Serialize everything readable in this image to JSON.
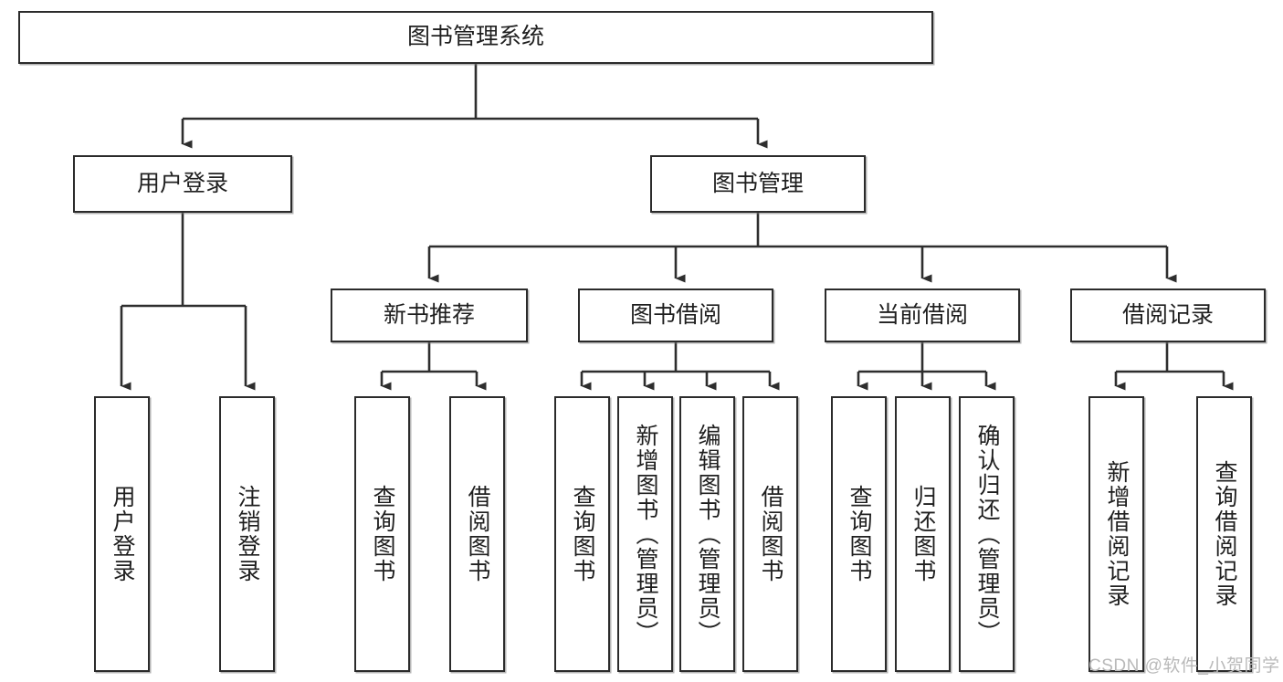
{
  "diagram": {
    "type": "tree",
    "title": "图书管理系统",
    "root": {
      "id": "root",
      "label": "图书管理系统",
      "orientation": "horizontal"
    },
    "level2": [
      {
        "id": "user-login",
        "label": "用户登录",
        "orientation": "horizontal"
      },
      {
        "id": "book-management",
        "label": "图书管理",
        "orientation": "horizontal"
      }
    ],
    "level3": [
      {
        "id": "new-book-recommend",
        "label": "新书推荐",
        "orientation": "horizontal",
        "parent": "book-management"
      },
      {
        "id": "book-borrow",
        "label": "图书借阅",
        "orientation": "horizontal",
        "parent": "book-management"
      },
      {
        "id": "current-borrow",
        "label": "当前借阅",
        "orientation": "horizontal",
        "parent": "book-management"
      },
      {
        "id": "borrow-record",
        "label": "借阅记录",
        "orientation": "horizontal",
        "parent": "book-management"
      }
    ],
    "leaves": [
      {
        "id": "leaf-user-login",
        "label": "用户登录",
        "parent": "user-login"
      },
      {
        "id": "leaf-user-logout",
        "label": "注销登录",
        "parent": "user-login"
      },
      {
        "id": "leaf-query-book-1",
        "label": "查询图书",
        "parent": "new-book-recommend"
      },
      {
        "id": "leaf-borrow-book-1",
        "label": "借阅图书",
        "parent": "new-book-recommend"
      },
      {
        "id": "leaf-query-book-2",
        "label": "查询图书",
        "parent": "book-borrow"
      },
      {
        "id": "leaf-add-book",
        "label": "新增图书（管理员）",
        "parent": "book-borrow"
      },
      {
        "id": "leaf-edit-book",
        "label": "编辑图书（管理员）",
        "parent": "book-borrow"
      },
      {
        "id": "leaf-borrow-book-2",
        "label": "借阅图书",
        "parent": "book-borrow"
      },
      {
        "id": "leaf-query-book-3",
        "label": "查询图书",
        "parent": "current-borrow"
      },
      {
        "id": "leaf-return-book",
        "label": "归还图书",
        "parent": "current-borrow"
      },
      {
        "id": "leaf-confirm-return",
        "label": "确认归还（管理员）",
        "parent": "current-borrow"
      },
      {
        "id": "leaf-add-record",
        "label": "新增借阅记录",
        "parent": "borrow-record"
      },
      {
        "id": "leaf-query-record",
        "label": "查询借阅记录",
        "parent": "borrow-record"
      }
    ],
    "colors": {
      "box_border": "#2b2b2b",
      "connector": "#333333",
      "background": "#ffffff",
      "text": "#1f1f1f",
      "watermark": "#b9b9b9"
    }
  },
  "watermark": {
    "text": "CSDN @软件_小贺同学"
  }
}
